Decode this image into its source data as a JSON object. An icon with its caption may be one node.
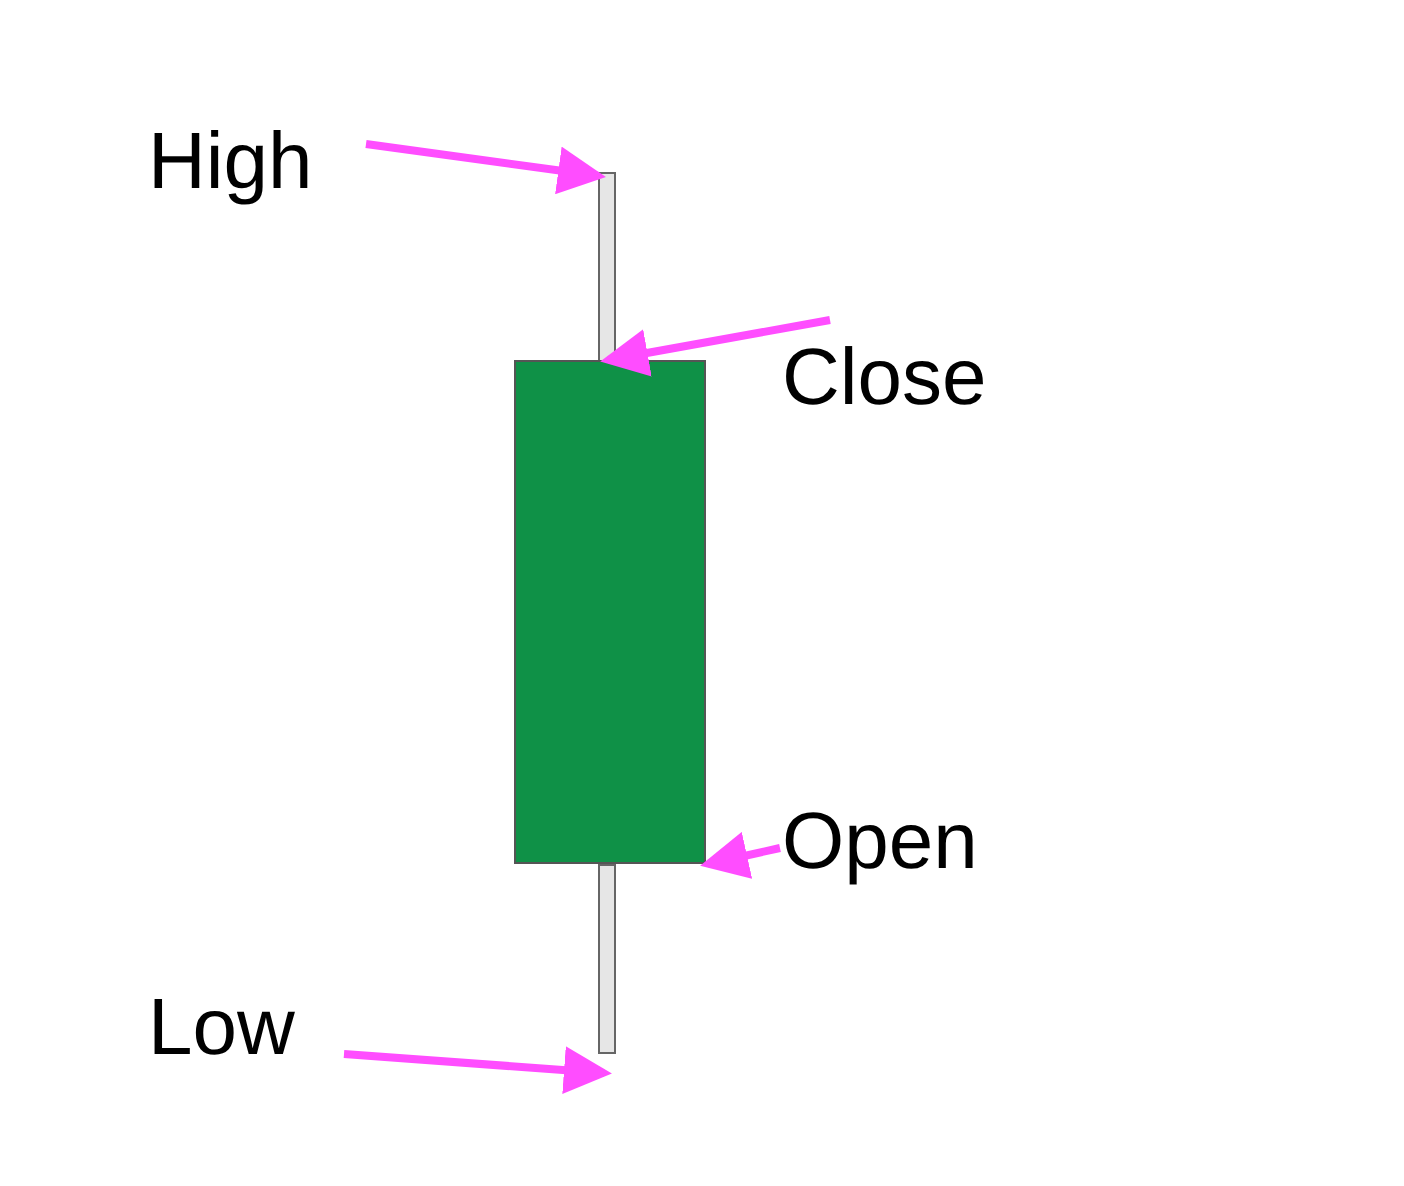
{
  "diagram": {
    "nodes": [
      {
        "text": [
          "High"
        ]
      },
      {
        "text": [
          "Close"
        ]
      },
      {
        "text": [
          "Open"
        ]
      },
      {
        "text": [
          "Low"
        ]
      },
      {
        "text": [],
        "shape": "bar"
      },
      {
        "text": [],
        "shape": "box"
      },
      {
        "text": [],
        "shape": "bar"
      }
    ],
    "edges": [
      {
        "from": 0,
        "to": 4,
        "arrow": "to"
      },
      {
        "from": 1,
        "to": 5,
        "arrow": "to"
      },
      {
        "from": 2,
        "to": 5,
        "arrow": "to"
      },
      {
        "from": 3,
        "to": 6,
        "arrow": "to"
      }
    ]
  }
}
